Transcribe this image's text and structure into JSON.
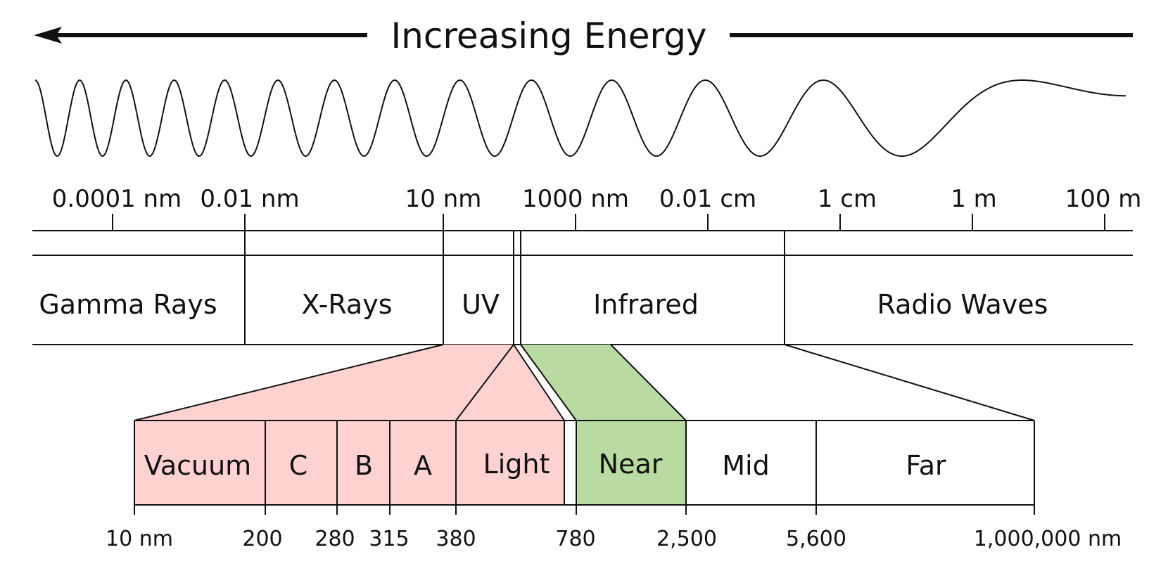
{
  "title": "Increasing Energy",
  "colors": {
    "uv_light_fill": "#ffd2d2",
    "infrared_near_fill": "#b9dba1",
    "line": "#111111"
  },
  "wavelength_scale": [
    "0.0001 nm",
    "0.01 nm",
    "10 nm",
    "1000 nm",
    "0.01 cm",
    "1 cm",
    "1 m",
    "100 m"
  ],
  "bands": [
    "Gamma Rays",
    "X-Rays",
    "UV",
    "Infrared",
    "Radio Waves"
  ],
  "sub_bands": [
    "Vacuum",
    "C",
    "B",
    "A",
    "Light",
    "Near",
    "Mid",
    "Far"
  ],
  "bottom_scale": [
    "10 nm",
    "200",
    "280",
    "315",
    "380",
    "780",
    "2,500",
    "5,600",
    "1,000,000 nm"
  ]
}
